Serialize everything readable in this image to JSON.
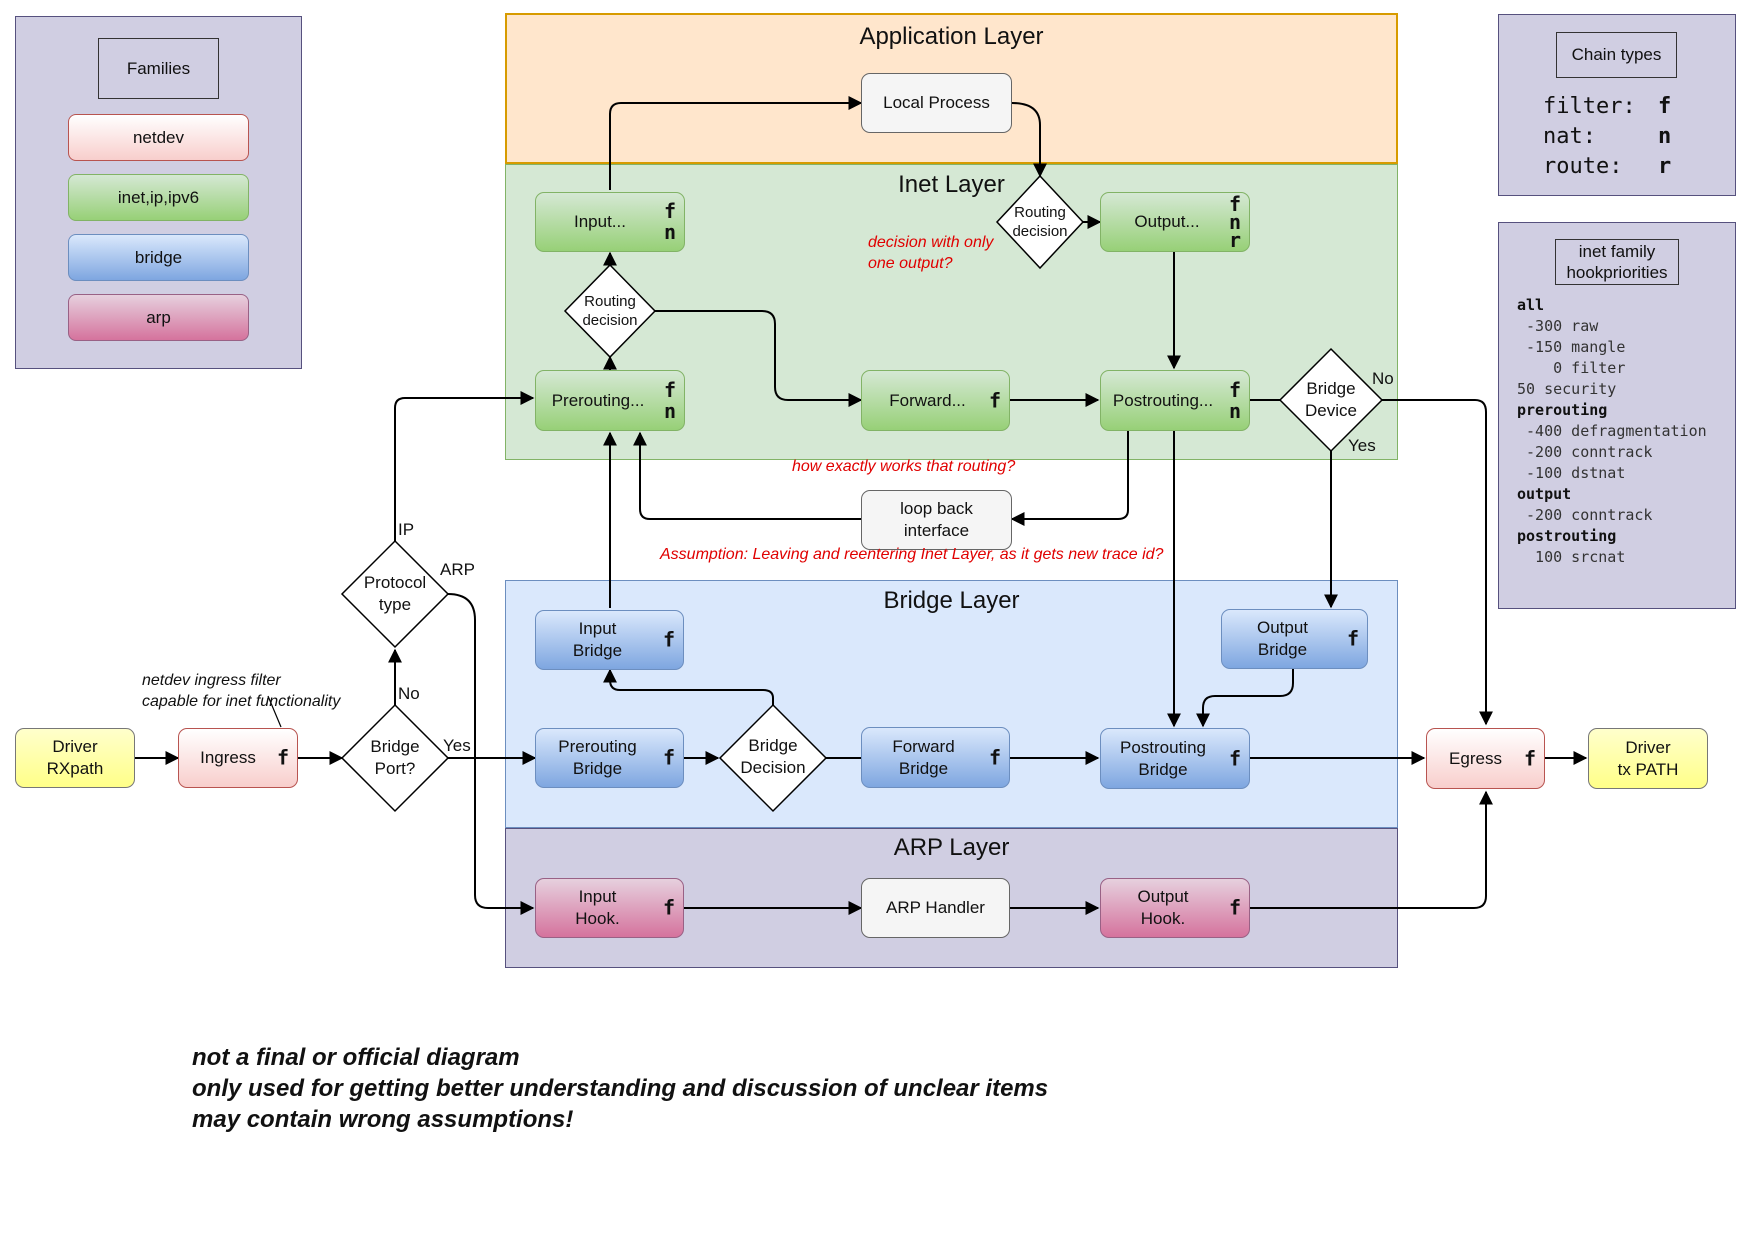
{
  "layers": {
    "application": "Application Layer",
    "inet": "Inet Layer",
    "bridge": "Bridge Layer",
    "arp": "ARP Layer"
  },
  "legend": {
    "title": "Families",
    "items": [
      "netdev",
      "inet,ip,ipv6",
      "bridge",
      "arp"
    ]
  },
  "chain_types": {
    "title": "Chain types",
    "rows": [
      {
        "name": "filter:",
        "code": "f"
      },
      {
        "name": "nat:",
        "code": "n"
      },
      {
        "name": "route:",
        "code": "r"
      }
    ]
  },
  "priorities": {
    "title_line1": "inet family",
    "title_line2": "hookpriorities",
    "lines": [
      {
        "text": "all",
        "bold": true
      },
      {
        "text": " -300 raw",
        "bold": false
      },
      {
        "text": " -150 mangle",
        "bold": false
      },
      {
        "text": "    0 filter",
        "bold": false
      },
      {
        "text": "50 security",
        "bold": false
      },
      {
        "text": "prerouting",
        "bold": true
      },
      {
        "text": " -400 defragmentation",
        "bold": false
      },
      {
        "text": " -200 conntrack",
        "bold": false
      },
      {
        "text": " -100 dstnat",
        "bold": false
      },
      {
        "text": "output",
        "bold": true
      },
      {
        "text": " -200 conntrack",
        "bold": false
      },
      {
        "text": "postrouting",
        "bold": true
      },
      {
        "text": "  100 srcnat",
        "bold": false
      }
    ]
  },
  "nodes": {
    "local_process": "Local Process",
    "inet_input": {
      "label": "Input...",
      "chains": "f\nn"
    },
    "inet_output": {
      "label": "Output...",
      "chains": "f\nn\nr"
    },
    "inet_prerouting": {
      "label": "Prerouting...",
      "chains": "f\nn"
    },
    "inet_forward": {
      "label": "Forward...",
      "chains": "f"
    },
    "inet_postrouting": {
      "label": "Postrouting...",
      "chains": "f\nn"
    },
    "loopback": "loop back\ninterface",
    "bridge_input": {
      "label": "Input\nBridge",
      "chains": "f"
    },
    "bridge_output": {
      "label": "Output\nBridge",
      "chains": "f"
    },
    "bridge_prerouting": {
      "label": "Prerouting\nBridge",
      "chains": "f"
    },
    "bridge_forward": {
      "label": "Forward\nBridge",
      "chains": "f"
    },
    "bridge_postrouting": {
      "label": "Postrouting\nBridge",
      "chains": "f"
    },
    "arp_input": {
      "label": "Input\nHook.",
      "chains": "f"
    },
    "arp_handler": "ARP Handler",
    "arp_output": {
      "label": "Output\nHook.",
      "chains": "f"
    },
    "driver_rx": "Driver\nRXpath",
    "ingress": {
      "label": "Ingress",
      "chains": "f"
    },
    "egress": {
      "label": "Egress",
      "chains": "f"
    },
    "driver_tx": "Driver\ntx PATH"
  },
  "decisions": {
    "routing_1": "Routing\ndecision",
    "routing_2": "Routing\ndecision",
    "bridge_device": "Bridge\nDevice",
    "bridge_decision": "Bridge\nDecision",
    "protocol_type": "Protocol\ntype",
    "bridge_port": "Bridge\nPort?"
  },
  "edge_labels": {
    "no_bridge_device": "No",
    "yes_bridge_device": "Yes",
    "ip": "IP",
    "arp": "ARP",
    "no_bridge_port": "No",
    "yes_bridge_port": "Yes"
  },
  "notes": {
    "decision_one_output": "decision with only\none output?",
    "routing_question": "how exactly works that routing?",
    "assumption": "Assumption: Leaving and reentering Inet Layer, as it gets new trace id?",
    "netdev_ingress": "netdev ingress filter\ncapable for inet functionality"
  },
  "footer": [
    "not a final or official diagram",
    "only used for getting better understanding and discussion of unclear items",
    "may contain wrong assumptions!"
  ],
  "colors": {
    "application_layer": "#ffe6cc",
    "application_border": "#d79b00",
    "inet_layer": "#d5e8d4",
    "inet_border": "#82b366",
    "bridge_layer": "#dae8fc",
    "bridge_border": "#6c8ebf",
    "arp_layer": "#d0cee2",
    "arp_border": "#56517e",
    "note_red": "#e00000"
  }
}
